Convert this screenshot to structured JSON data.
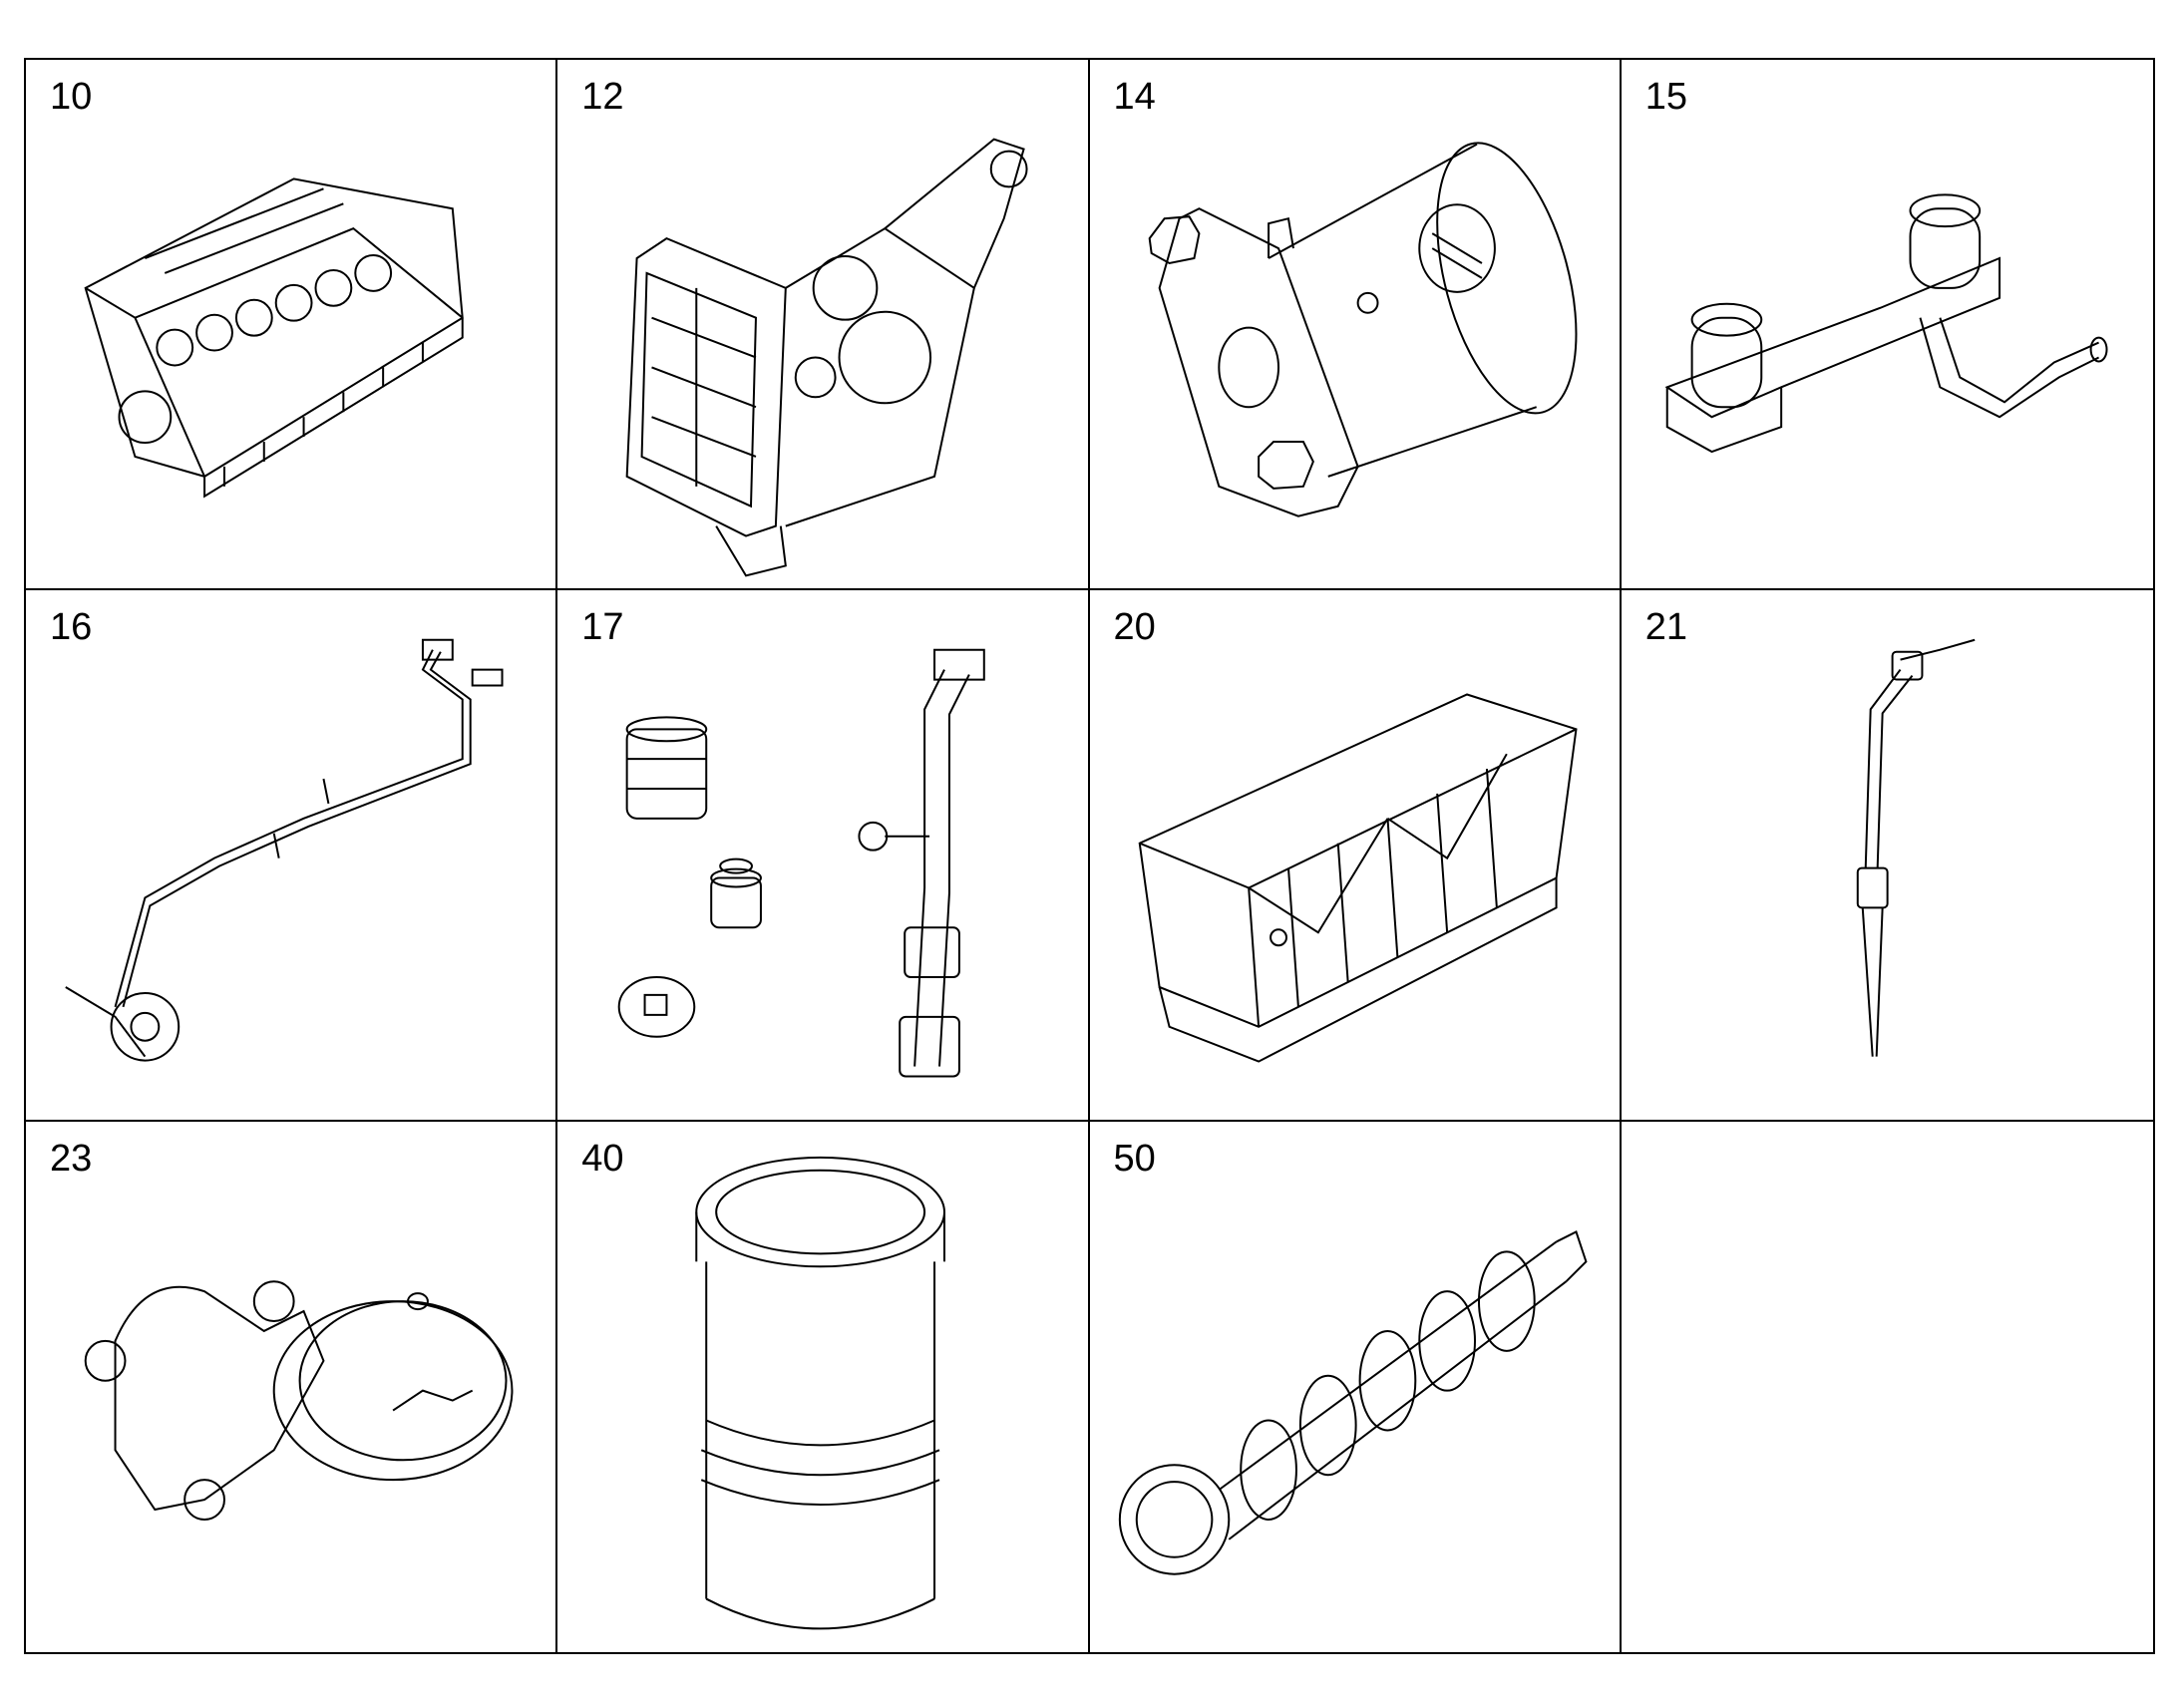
{
  "parts": [
    {
      "number": "10",
      "icon": "engine-block-icon"
    },
    {
      "number": "12",
      "icon": "timing-housing-icon"
    },
    {
      "number": "14",
      "icon": "oil-pump-inlet-icon"
    },
    {
      "number": "15",
      "icon": "pipe-bracket-icon"
    },
    {
      "number": "16",
      "icon": "oil-line-with-sensor-icon"
    },
    {
      "number": "17",
      "icon": "plugs-and-pipe-icon"
    },
    {
      "number": "20",
      "icon": "oil-pan-icon"
    },
    {
      "number": "21",
      "icon": "dipstick-icon"
    },
    {
      "number": "23",
      "icon": "oil-filler-cap-icon"
    },
    {
      "number": "40",
      "icon": "cylinder-liner-icon"
    },
    {
      "number": "50",
      "icon": "crankshaft-icon"
    },
    {
      "number": "",
      "icon": ""
    }
  ]
}
